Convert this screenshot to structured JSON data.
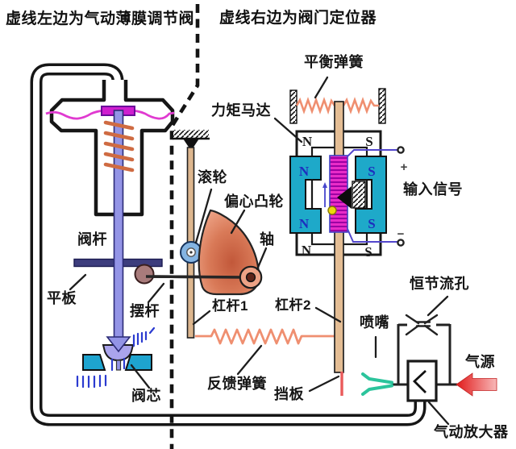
{
  "titles": {
    "left_note": "虚线左边为气动薄膜调节阀",
    "right_note": "虚线右边为阀门定位器"
  },
  "labels": {
    "balance_spring": "平衡弹簧",
    "torque_motor": "力矩马达",
    "roller": "滚轮",
    "eccentric_cam": "偏心凸轮",
    "shaft": "轴",
    "input_signal": "输入信号",
    "valve_stem": "阀杆",
    "flat_plate": "平板",
    "swing_rod": "摆杆",
    "lever1": "杠杆1",
    "lever2": "杠杆2",
    "feedback_spring": "反馈弹簧",
    "baffle": "挡板",
    "valve_core": "阀芯",
    "constant_orifice": "恒节流孔",
    "nozzle": "喷嘴",
    "air_supply": "气源",
    "pneumatic_amplifier": "气动放大器"
  },
  "torque_motor": {
    "frame_corners": {
      "tl": "N",
      "tr": "S",
      "bl": "N",
      "br": "S"
    },
    "left_magnet": {
      "top": "N",
      "bottom": "N"
    },
    "right_magnet": {
      "top": "S",
      "bottom": "S"
    },
    "terminal_plus": "+",
    "terminal_minus": "−"
  },
  "colors": {
    "magnet_teal": "#1ea9c9",
    "coil_magenta": "#e82cc8",
    "diaphragm_magenta": "#e03ad0",
    "stem_periwinkle": "#9394e6",
    "plate_dark_blue": "#3d3d7d",
    "lever_tan": "#ddb68e",
    "spring_salmon": "#ef8f70",
    "cam_salmon": "#eda285",
    "roller_blue": "#84b4e2",
    "pivot_brown": "#a87b7b",
    "baffle_red": "#ea5a5a",
    "nozzle_green": "#2cc49c",
    "air_arrow_red": "#e11a1a",
    "wire_blue": "#5246cc",
    "flow_dash_blue": "#2b3bd0"
  }
}
